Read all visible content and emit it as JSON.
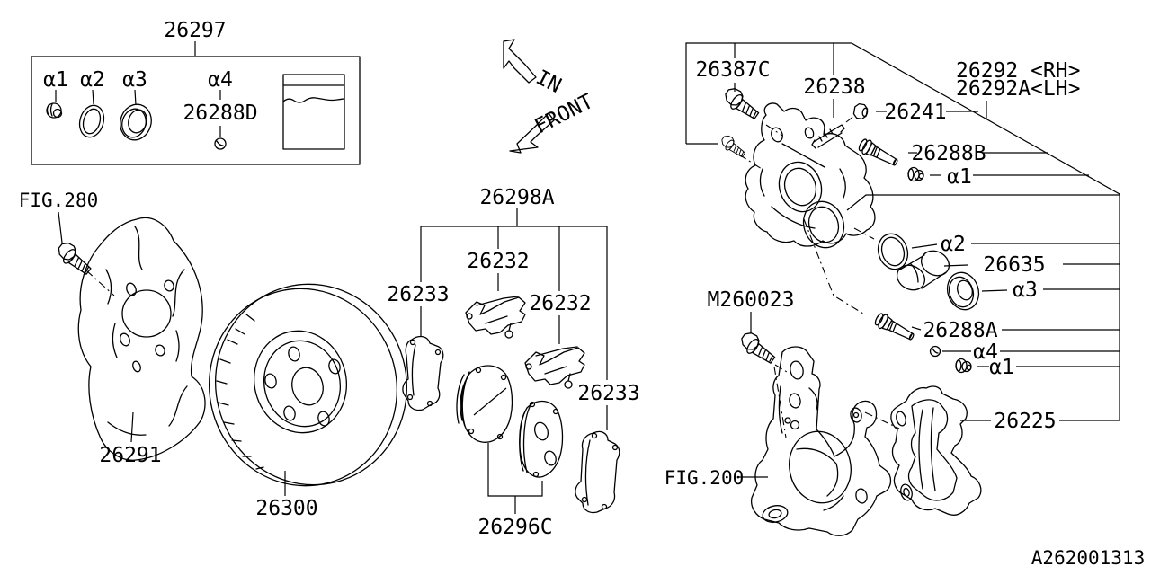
{
  "drawing": {
    "code": "A262001313",
    "line_color": "#000000",
    "background": "#ffffff",
    "description": "Front disc brake parts diagram"
  },
  "seal_kit": {
    "part": "26297",
    "item1": "α1",
    "item2": "α2",
    "item3": "α3",
    "item4": "α4",
    "grease": "26288D"
  },
  "figures": {
    "fig280": "FIG.280",
    "fig200": "FIG.200"
  },
  "arrows": {
    "in": "IN",
    "front": "FRONT"
  },
  "parts": {
    "splash_shield": "26291",
    "rotor": "26300",
    "pad_kit": "26298A",
    "clip_a": "26232",
    "clip_b": "26232",
    "shim_a": "26233",
    "shim_b": "26233",
    "pad_set": "26296C",
    "lock_bolt": "26387C",
    "bleeder": "26238",
    "cap_nut": "26241",
    "caliper_rh": "26292 <RH>",
    "caliper_lh": "26292A<LH>",
    "pin_upper": "26288B",
    "a1_upper": "α1",
    "piston_seal": "α2",
    "piston": "26635",
    "boot": "α3",
    "pin_lower": "26288A",
    "a4_ball": "α4",
    "a1_lower": "α1",
    "knuckle_bolt": "M260023",
    "support_bracket": "26225"
  }
}
